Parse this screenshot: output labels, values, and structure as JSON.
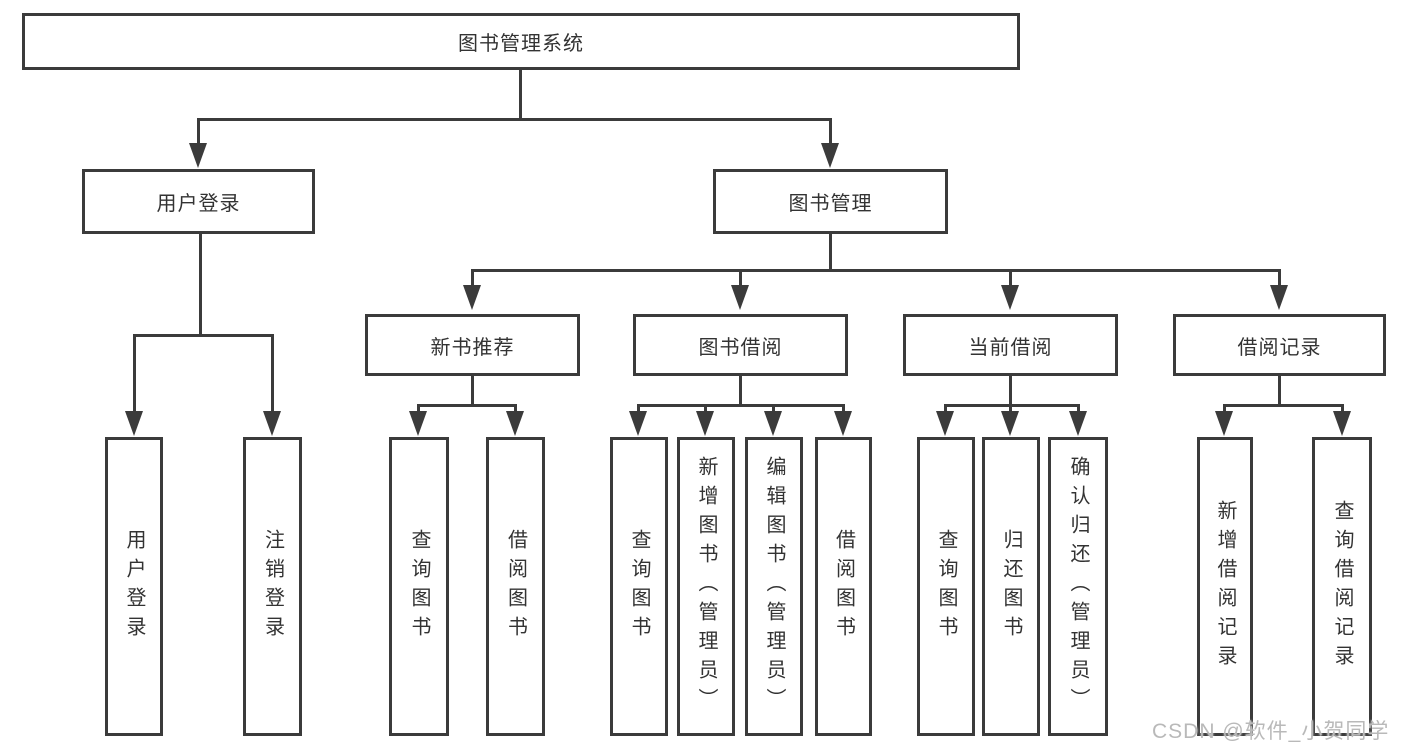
{
  "tree": {
    "root": {
      "label": "图书管理系统",
      "children": [
        {
          "label": "用户登录",
          "children": [
            {
              "label": "用户登录"
            },
            {
              "label": "注销登录"
            }
          ]
        },
        {
          "label": "图书管理",
          "children": [
            {
              "label": "新书推荐",
              "children": [
                {
                  "label": "查询图书"
                },
                {
                  "label": "借阅图书"
                }
              ]
            },
            {
              "label": "图书借阅",
              "children": [
                {
                  "label": "查询图书"
                },
                {
                  "label": "新增图书（管理员）"
                },
                {
                  "label": "编辑图书（管理员）"
                },
                {
                  "label": "借阅图书"
                }
              ]
            },
            {
              "label": "当前借阅",
              "children": [
                {
                  "label": "查询图书"
                },
                {
                  "label": "归还图书"
                },
                {
                  "label": "确认归还（管理员）"
                }
              ]
            },
            {
              "label": "借阅记录",
              "children": [
                {
                  "label": "新增借阅记录"
                },
                {
                  "label": "查询借阅记录"
                }
              ]
            }
          ]
        }
      ]
    }
  },
  "watermark": {
    "text": "CSDN @软件_小贺同学"
  },
  "colors": {
    "line": "#3b3b3b",
    "text": "#333333",
    "bg": "#ffffff",
    "watermark": "#b9b9b9"
  }
}
